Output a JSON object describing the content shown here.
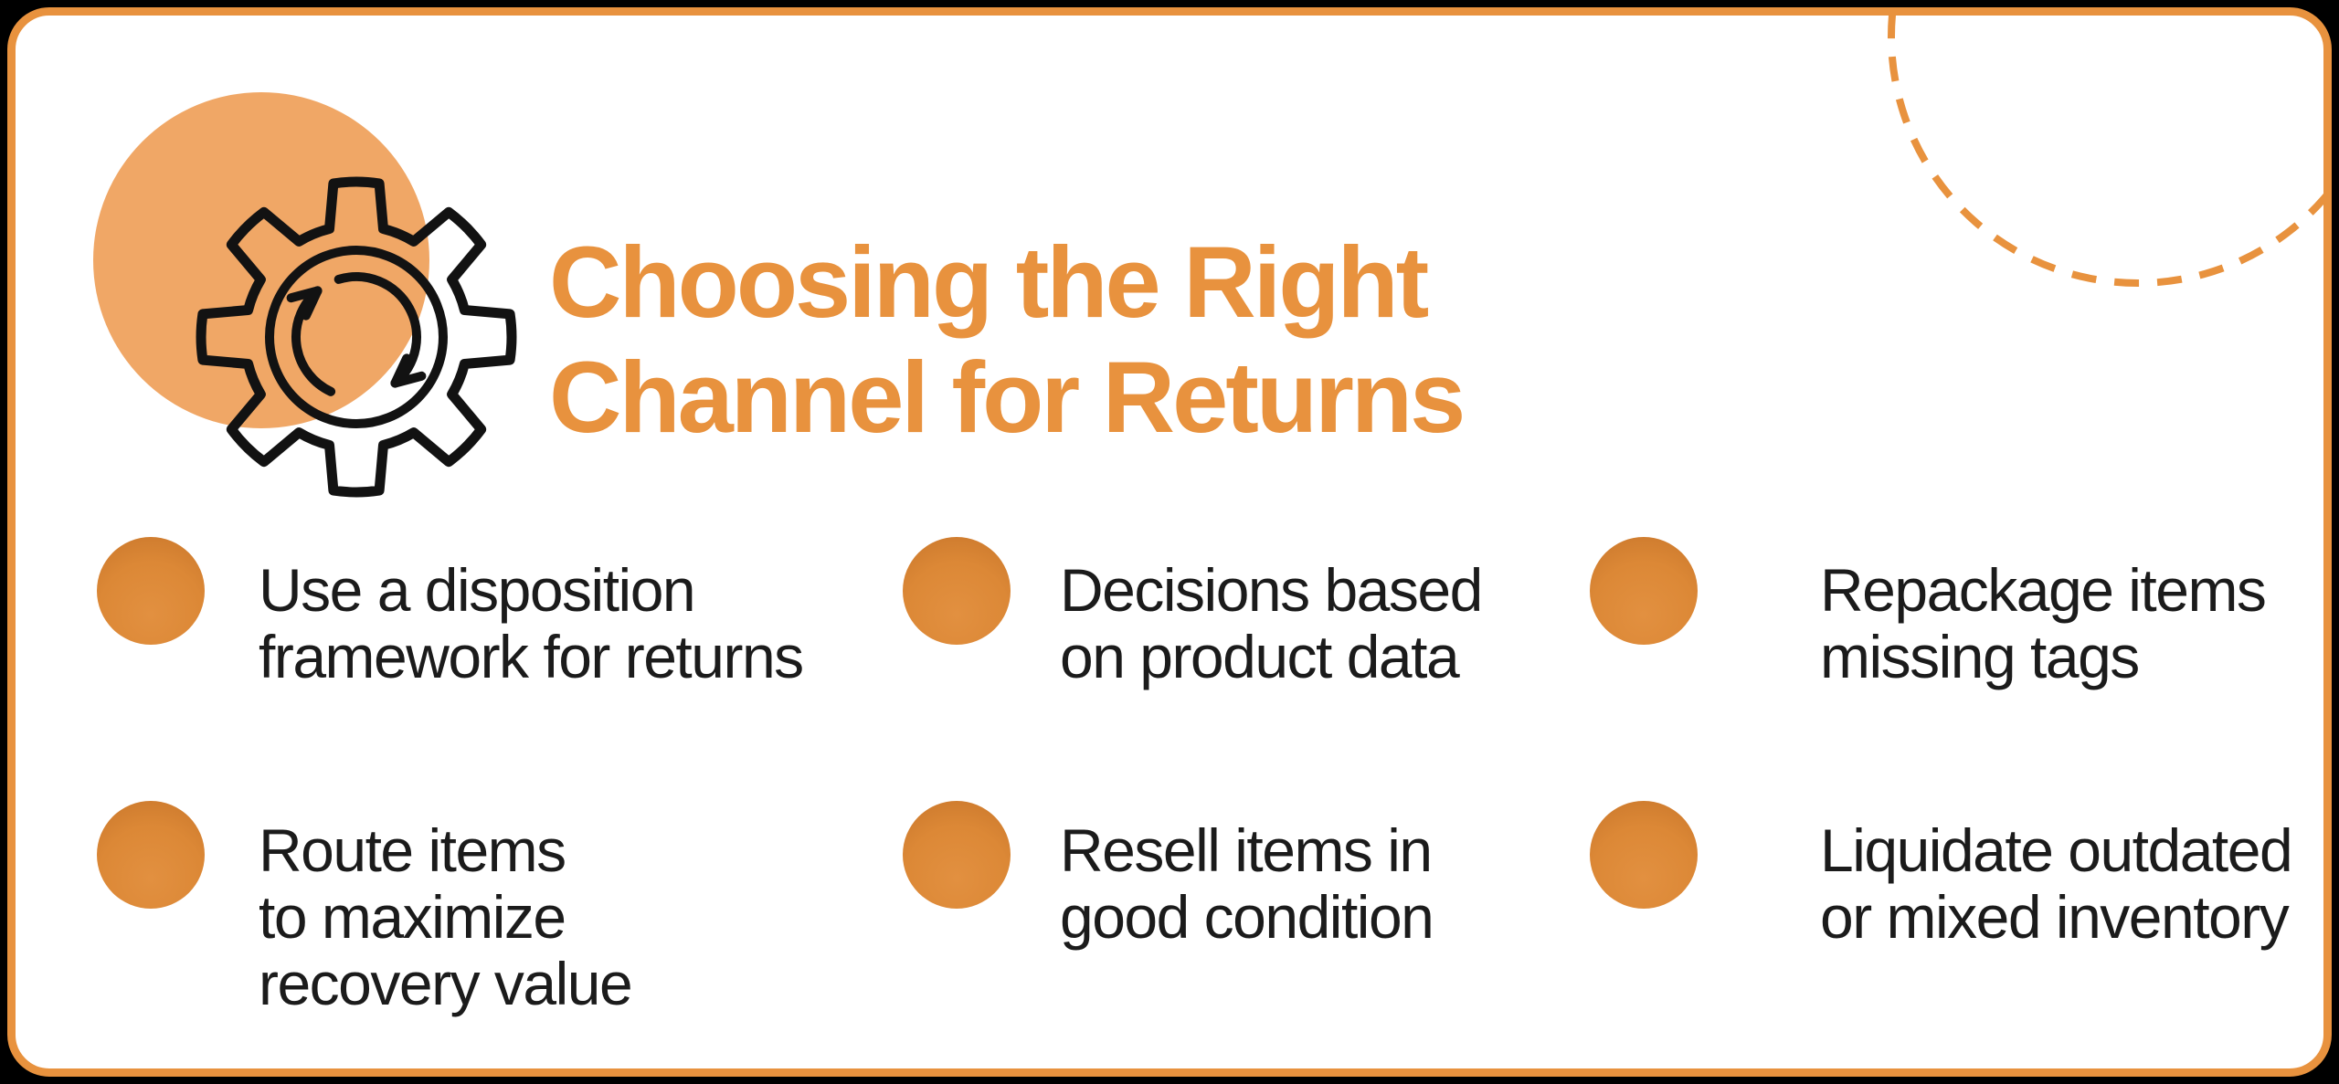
{
  "title": {
    "text": "Choosing the Right\nChannel for Returns"
  },
  "bullets": {
    "items": [
      {
        "text": "Use a disposition\nframework for returns"
      },
      {
        "text": "Decisions based\non product data"
      },
      {
        "text": "Repackage items\nmissing tags"
      },
      {
        "text": "Route items\nto maximize\nrecovery value"
      },
      {
        "text": "Resell items in\ngood condition"
      },
      {
        "text": "Liquidate outdated\nor mixed inventory"
      }
    ]
  },
  "icons": {
    "header_icon": "gear-cycle-icon",
    "bullet_icon": "orange-dot",
    "corner_decoration": "dashed-circle"
  },
  "colors": {
    "page_background": "#000000",
    "card_background": "#FFFFFF",
    "card_border": "#E8923E",
    "title_text": "#E8923E",
    "body_text": "#1B1B1B",
    "accent_circle": "#F0A766",
    "bullet_fill": "#DC8836",
    "icon_line": "#121212"
  }
}
